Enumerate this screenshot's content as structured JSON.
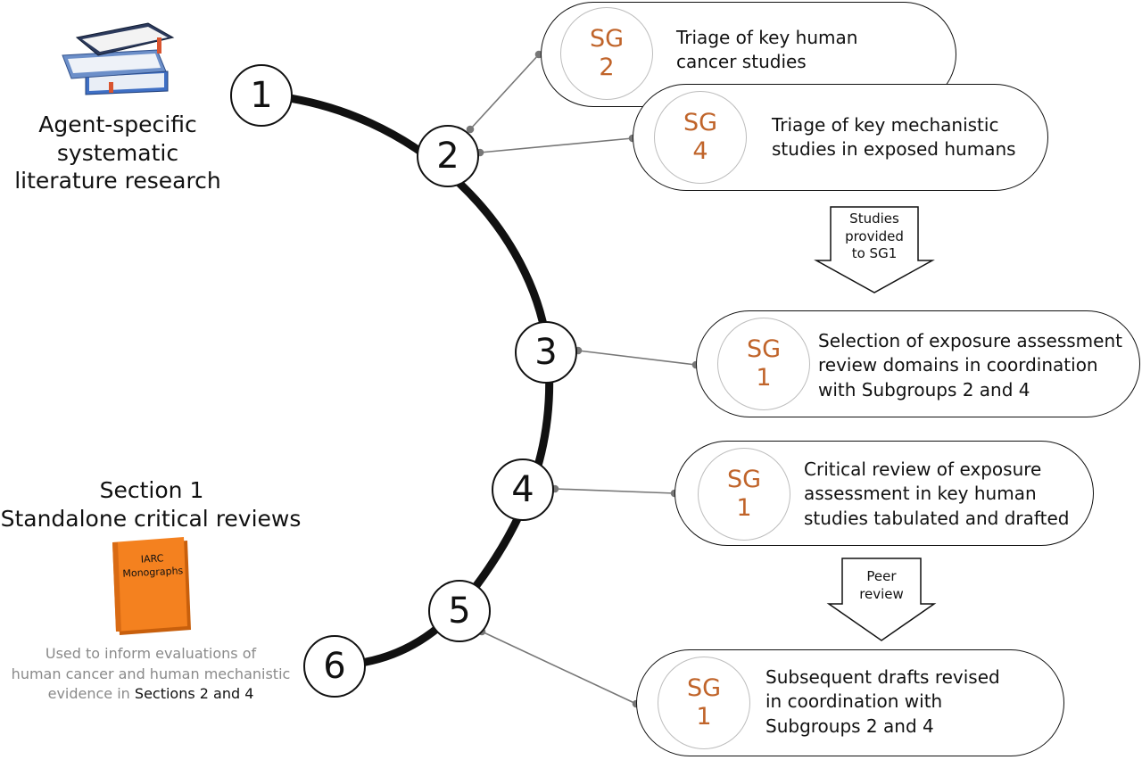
{
  "steps": [
    "1",
    "2",
    "3",
    "4",
    "5",
    "6"
  ],
  "top_left": {
    "icon": "book-stack-icon",
    "label": "Agent-specific\nsystematic\nliterature research"
  },
  "section": {
    "title_line1": "Section 1",
    "title_line2": "Standalone critical reviews",
    "book_icon": "monograph-book-icon",
    "book_label_line1": "IARC",
    "book_label_line2": "Monographs",
    "note_part1": "Used to inform evaluations of",
    "note_part2": "human cancer and human mechanistic",
    "note_part3": "evidence in",
    "note_part4": "Sections 2 and 4"
  },
  "pills": [
    {
      "sg_line1": "SG",
      "sg_line2": "2",
      "text": "Triage of key human\ncancer studies"
    },
    {
      "sg_line1": "SG",
      "sg_line2": "4",
      "text": "Triage of key mechanistic\nstudies in exposed humans"
    },
    {
      "sg_line1": "SG",
      "sg_line2": "1",
      "text": "Selection of exposure assessment\nreview domains in coordination\nwith Subgroups 2 and 4"
    },
    {
      "sg_line1": "SG",
      "sg_line2": "1",
      "text": "Critical review of exposure\nassessment in key human\nstudies tabulated and drafted"
    },
    {
      "sg_line1": "SG",
      "sg_line2": "1",
      "text": "Subsequent drafts revised\nin coordination with\nSubgroups 2 and 4"
    }
  ],
  "arrows": [
    {
      "label": "Studies\nprovided\nto SG1"
    },
    {
      "label": "Peer\nreview"
    }
  ],
  "colors": {
    "sg_text": "#c0642a",
    "book_orange": "#f4811f",
    "note_gray": "#8a8a8a",
    "line": "#111111"
  }
}
